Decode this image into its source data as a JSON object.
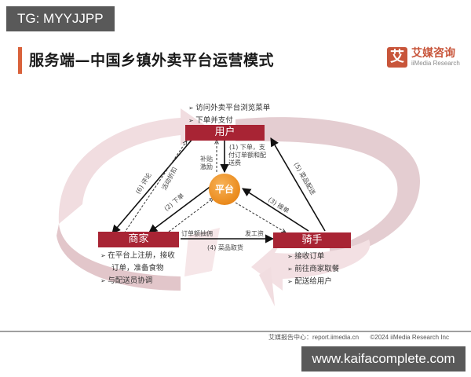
{
  "watermark_top": "TG: MYYJJPP",
  "header": {
    "title": "服务端—中国乡镇外卖平台运营模式",
    "logo_mark": "艾",
    "logo_cn": "艾媒咨询",
    "logo_en": "iiMedia Research"
  },
  "nodes": {
    "user": {
      "label": "用户",
      "bullets": [
        "访问外卖平台浏览菜单",
        "下单并支付"
      ]
    },
    "merchant": {
      "label": "商家",
      "bullets": [
        "在平台上注册，接收",
        "订单，准备食物",
        "与配送员协调"
      ]
    },
    "rider": {
      "label": "骑手",
      "bullets": [
        "接收订单",
        "前往商家取餐",
        "配送给用户"
      ]
    },
    "platform": {
      "label": "平台"
    }
  },
  "edges": {
    "step1": "(1) 下单，支",
    "step1b": "付订单额和配",
    "step1c": "送费",
    "subsidy_a": "补贴",
    "subsidy_b": "激励",
    "step2": "(2) 下单",
    "discount": "活动折扣",
    "step6": "(6) 评论",
    "step3": "(3) 接单",
    "step5": "(5) 菜品配送",
    "commission": "订单额抽佣",
    "wage": "发工资",
    "step4": "(4) 菜品取货"
  },
  "footer": {
    "source": "艾媒报告中心：report.iimedia.cn",
    "copyright": "©2024 iiMedia Research Inc"
  },
  "watermark_bottom": "www.kaifacomplete.com",
  "colors": {
    "node": "#a82434",
    "platform": "#ea8a1c",
    "accent": "#d9623b",
    "ring": "#ecd3d6"
  }
}
